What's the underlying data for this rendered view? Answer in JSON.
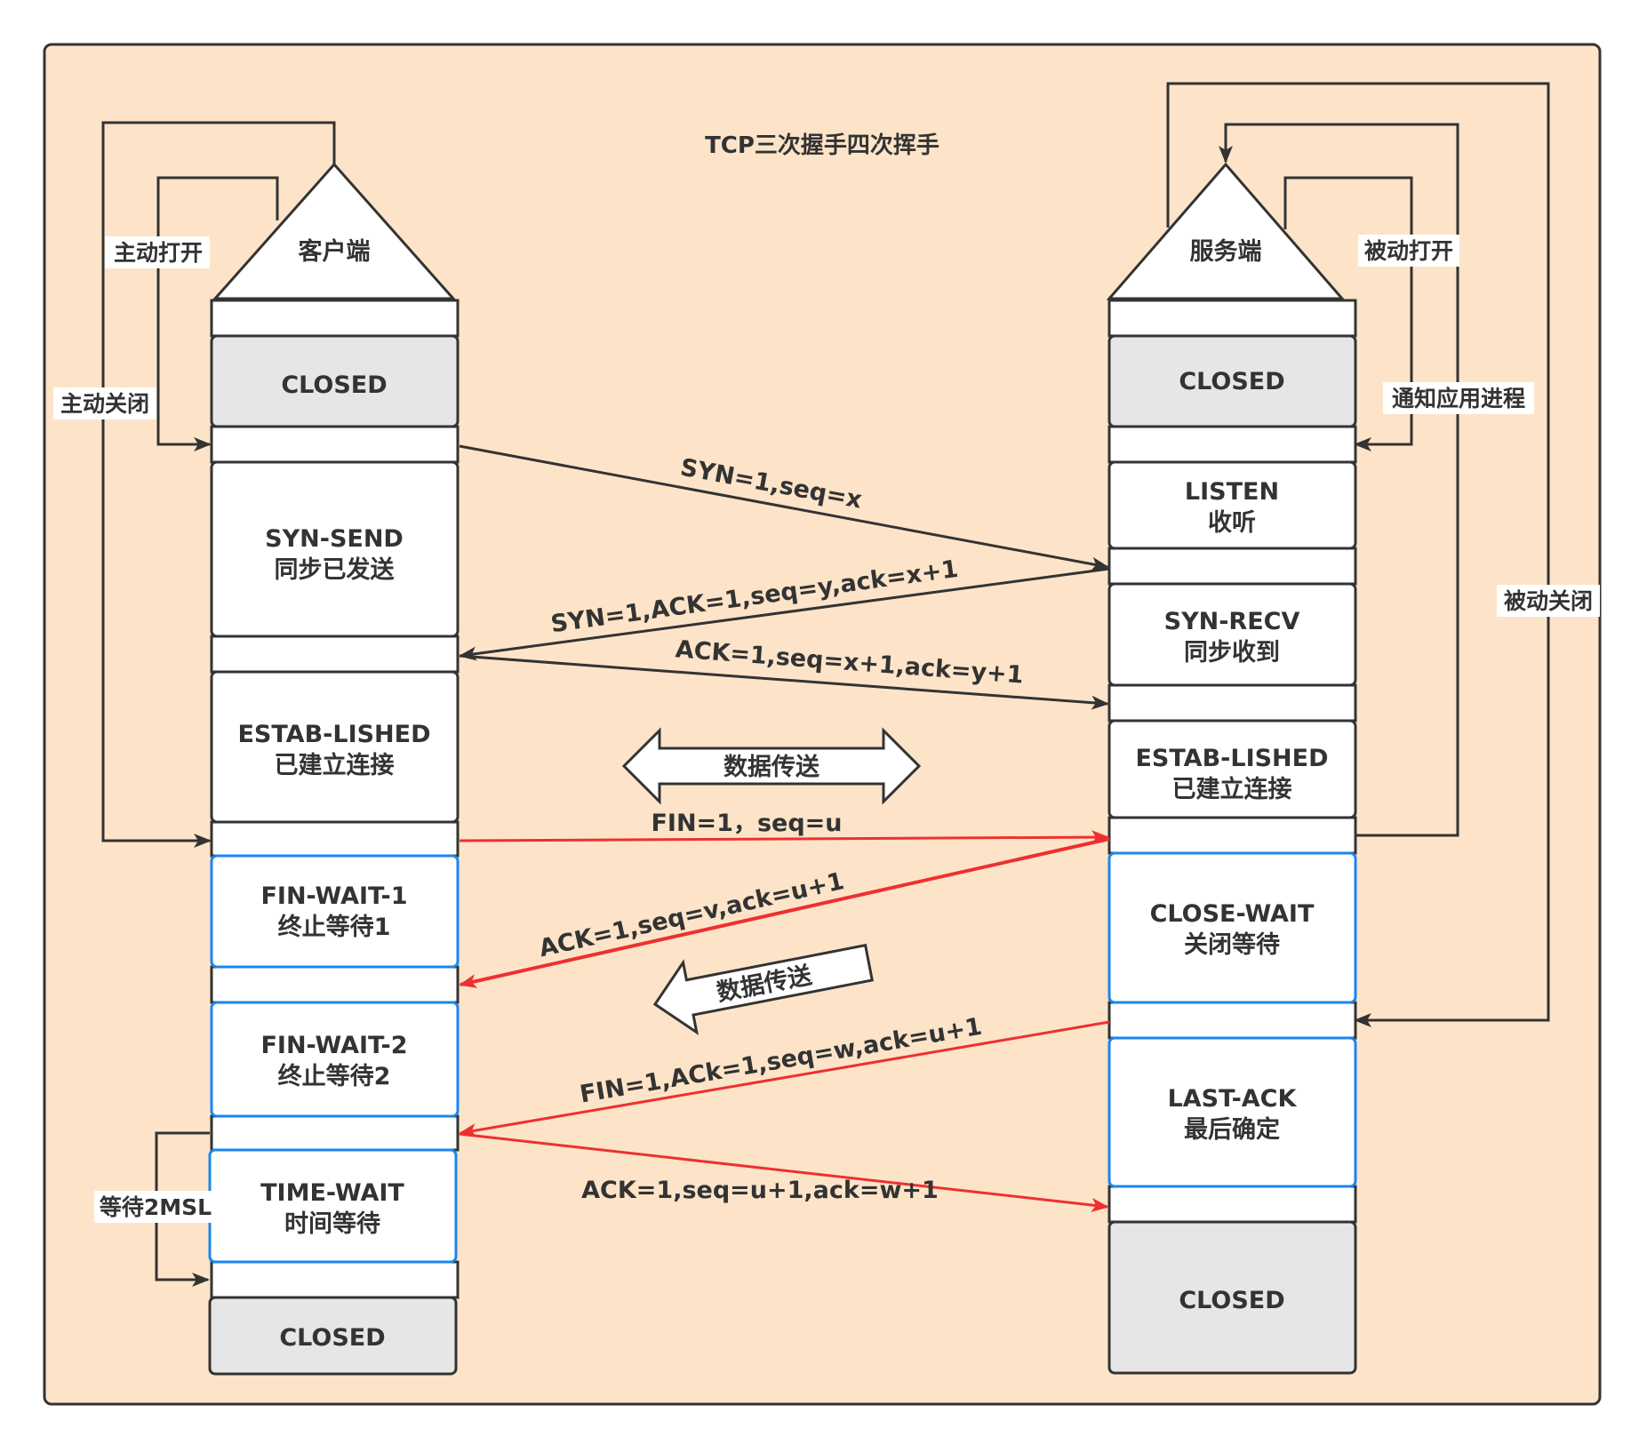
{
  "title": "TCP三次握手四次挥手",
  "colors": {
    "background": "#fde4c9",
    "state_gray": "#e6e6e6",
    "state_white": "#ffffff",
    "border_dark": "#333333",
    "border_blue": "#1a86f0",
    "arrow_black": "#333333",
    "arrow_red": "#ee3030"
  },
  "client": {
    "label": "客户端",
    "states": [
      {
        "id": "closed",
        "line1": "CLOSED",
        "line2": ""
      },
      {
        "id": "syn-send",
        "line1": "SYN-SEND",
        "line2": "同步已发送"
      },
      {
        "id": "established",
        "line1": "ESTAB-LISHED",
        "line2": "已建立连接"
      },
      {
        "id": "fin-wait-1",
        "line1": "FIN-WAIT-1",
        "line2": "终止等待1"
      },
      {
        "id": "fin-wait-2",
        "line1": "FIN-WAIT-2",
        "line2": "终止等待2"
      },
      {
        "id": "time-wait",
        "line1": "TIME-WAIT",
        "line2": "时间等待"
      },
      {
        "id": "closed-end",
        "line1": "CLOSED",
        "line2": ""
      }
    ],
    "loops": {
      "active_open": "主动打开",
      "active_close": "主动关闭",
      "wait_2msl": "等待2MSL"
    }
  },
  "server": {
    "label": "服务端",
    "states": [
      {
        "id": "closed",
        "line1": "CLOSED",
        "line2": ""
      },
      {
        "id": "listen",
        "line1": "LISTEN",
        "line2": "收听"
      },
      {
        "id": "syn-recv",
        "line1": "SYN-RECV",
        "line2": "同步收到"
      },
      {
        "id": "established",
        "line1": "ESTAB-LISHED",
        "line2": "已建立连接"
      },
      {
        "id": "close-wait",
        "line1": "CLOSE-WAIT",
        "line2": "关闭等待"
      },
      {
        "id": "last-ack",
        "line1": "LAST-ACK",
        "line2": "最后确定"
      },
      {
        "id": "closed-end",
        "line1": "CLOSED",
        "line2": ""
      }
    ],
    "loops": {
      "passive_open": "被动打开",
      "notify_app": "通知应用进程",
      "passive_close": "被动关闭"
    }
  },
  "messages": [
    {
      "id": "syn",
      "label": "SYN=1,seq=x",
      "direction": "client-to-server",
      "color": "black"
    },
    {
      "id": "syn-ack",
      "label": "SYN=1,ACK=1,seq=y,ack=x+1",
      "direction": "server-to-client",
      "color": "black"
    },
    {
      "id": "ack",
      "label": "ACK=1,seq=x+1,ack=y+1",
      "direction": "client-to-server",
      "color": "black"
    },
    {
      "id": "fin1",
      "label": "FIN=1，seq=u",
      "direction": "client-to-server",
      "color": "red"
    },
    {
      "id": "ack-fin1",
      "label": "ACK=1,seq=v,ack=u+1",
      "direction": "server-to-client",
      "color": "red"
    },
    {
      "id": "fin2",
      "label": "FIN=1,ACk=1,seq=w,ack=u+1",
      "direction": "server-to-client",
      "color": "red"
    },
    {
      "id": "ack-fin2",
      "label": "ACK=1,seq=u+1,ack=w+1",
      "direction": "client-to-server",
      "color": "red"
    }
  ],
  "data_transfer": {
    "bidirectional": "数据传送",
    "one_way": "数据传送"
  }
}
